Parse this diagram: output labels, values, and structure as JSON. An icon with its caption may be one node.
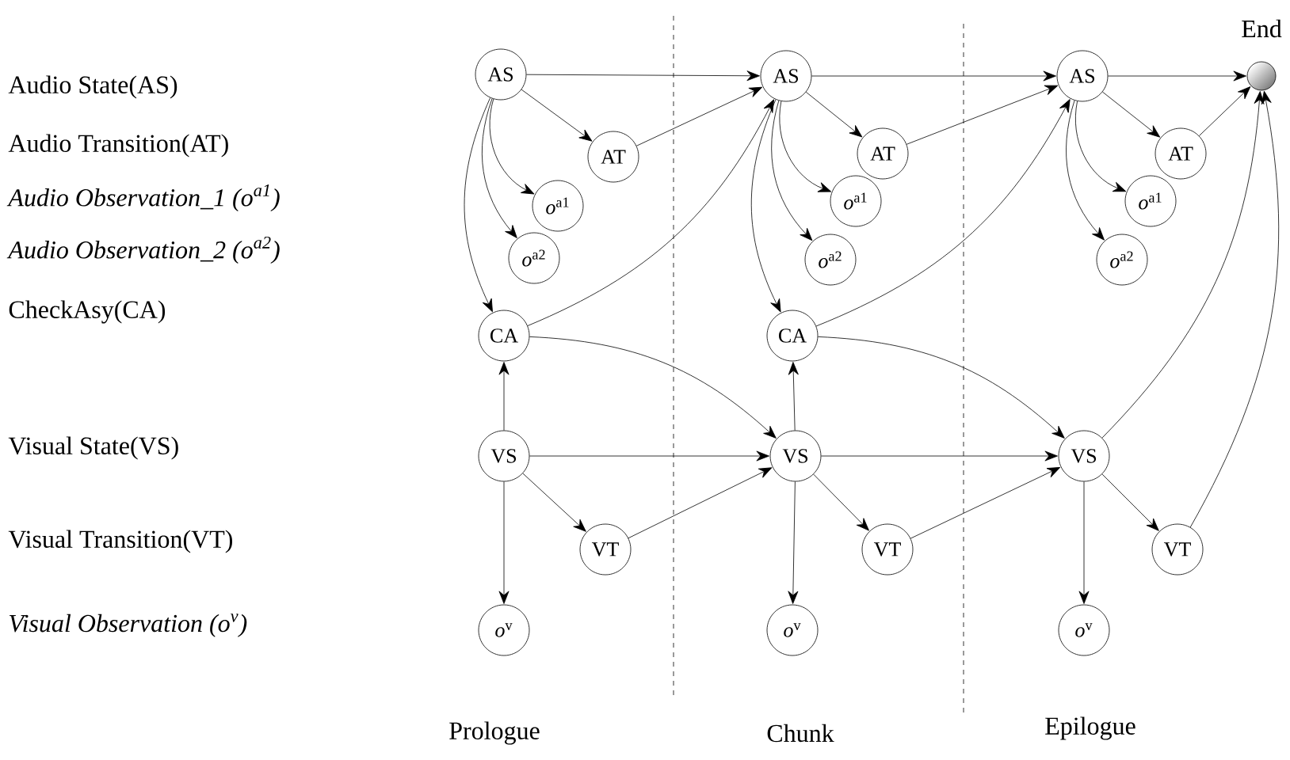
{
  "diagram": {
    "nodes": [
      {
        "text": [
          "AS"
        ]
      },
      {
        "text": [
          "AT"
        ]
      },
      {
        "text": [
          "*o*$^{a1}$"
        ]
      },
      {
        "text": [
          "*o*$^{a2}$"
        ]
      },
      {
        "text": [
          "CA"
        ]
      },
      {
        "text": [
          "VS"
        ]
      },
      {
        "text": [
          "VT"
        ]
      },
      {
        "text": [
          "*o*$^{v}$"
        ]
      },
      {
        "text": [
          "AS"
        ]
      },
      {
        "text": [
          "AT"
        ]
      },
      {
        "text": [
          "*o*$^{a1}$"
        ]
      },
      {
        "text": [
          "*o*$^{a2}$"
        ]
      },
      {
        "text": [
          "CA"
        ]
      },
      {
        "text": [
          "VS"
        ]
      },
      {
        "text": [
          "VT"
        ]
      },
      {
        "text": [
          "*o*$^{v}$"
        ]
      },
      {
        "text": [
          "AS"
        ]
      },
      {
        "text": [
          "AT"
        ]
      },
      {
        "text": [
          "*o*$^{a1}$"
        ]
      },
      {
        "text": [
          "*o*$^{a2}$"
        ]
      },
      {
        "text": [
          "VS"
        ]
      },
      {
        "text": [
          "VT"
        ]
      },
      {
        "text": [
          "*o*$^{v}$"
        ]
      },
      {
        "text": [],
        "shape": "circle",
        "beside": [
          "End"
        ]
      }
    ],
    "edges": [
      {
        "from": 0,
        "to": 1,
        "arrow": "to"
      },
      {
        "from": 0,
        "to": 2,
        "arrow": "to"
      },
      {
        "from": 0,
        "to": 3,
        "arrow": "to"
      },
      {
        "from": 0,
        "to": 4,
        "arrow": "to"
      },
      {
        "from": 5,
        "to": 4,
        "arrow": "to"
      },
      {
        "from": 5,
        "to": 6,
        "arrow": "to"
      },
      {
        "from": 5,
        "to": 7,
        "arrow": "to"
      },
      {
        "from": 0,
        "to": 8,
        "arrow": "to"
      },
      {
        "from": 1,
        "to": 8,
        "arrow": "to"
      },
      {
        "from": 4,
        "to": 8,
        "arrow": "to"
      },
      {
        "from": 4,
        "to": 13,
        "arrow": "to"
      },
      {
        "from": 5,
        "to": 13,
        "arrow": "to"
      },
      {
        "from": 6,
        "to": 13,
        "arrow": "to"
      },
      {
        "from": 8,
        "to": 9,
        "arrow": "to"
      },
      {
        "from": 8,
        "to": 10,
        "arrow": "to"
      },
      {
        "from": 8,
        "to": 11,
        "arrow": "to"
      },
      {
        "from": 8,
        "to": 12,
        "arrow": "to"
      },
      {
        "from": 13,
        "to": 12,
        "arrow": "to"
      },
      {
        "from": 13,
        "to": 14,
        "arrow": "to"
      },
      {
        "from": 13,
        "to": 15,
        "arrow": "to"
      },
      {
        "from": 8,
        "to": 16,
        "arrow": "to"
      },
      {
        "from": 9,
        "to": 16,
        "arrow": "to"
      },
      {
        "from": 12,
        "to": 16,
        "arrow": "to"
      },
      {
        "from": 12,
        "to": 20,
        "arrow": "to"
      },
      {
        "from": 13,
        "to": 20,
        "arrow": "to"
      },
      {
        "from": 14,
        "to": 20,
        "arrow": "to"
      },
      {
        "from": 16,
        "to": 17,
        "arrow": "to"
      },
      {
        "from": 16,
        "to": 18,
        "arrow": "to"
      },
      {
        "from": 16,
        "to": 19,
        "arrow": "to"
      },
      {
        "from": 20,
        "to": 21,
        "arrow": "to"
      },
      {
        "from": 20,
        "to": 22,
        "arrow": "to"
      },
      {
        "from": 16,
        "to": 23,
        "arrow": "to"
      },
      {
        "from": 17,
        "to": 23,
        "arrow": "to"
      },
      {
        "from": 20,
        "to": 23,
        "arrow": "to"
      },
      {
        "from": 21,
        "to": 23,
        "arrow": "to"
      }
    ],
    "labels": [
      "Audio State(AS)",
      "Audio Transition(AT)",
      "Audio Observation_1  (*o*$^{a1}$)",
      "Audio Observation_2  (*o*$^{a2}$)",
      "CheckAsy(CA)",
      "Visual State(VS)",
      "Visual Transition(VT)",
      "Visual Observation  (*o*$^{v}$)",
      "Prologue",
      "Chunk",
      "Epilogue"
    ]
  }
}
